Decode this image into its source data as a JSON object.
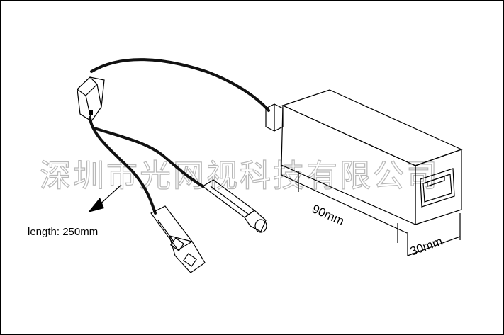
{
  "watermark": "深圳市光网视科技有限公司",
  "labels": {
    "length": "length: 250mm",
    "width": "90mm",
    "depth": "30mm"
  },
  "colors": {
    "line": "#000000",
    "cable": "#111111",
    "watermark": "#b8b8b8"
  },
  "icons": {
    "rj45_port": "ethernet-port-icon",
    "arrow": "pointer-arrow-icon"
  }
}
